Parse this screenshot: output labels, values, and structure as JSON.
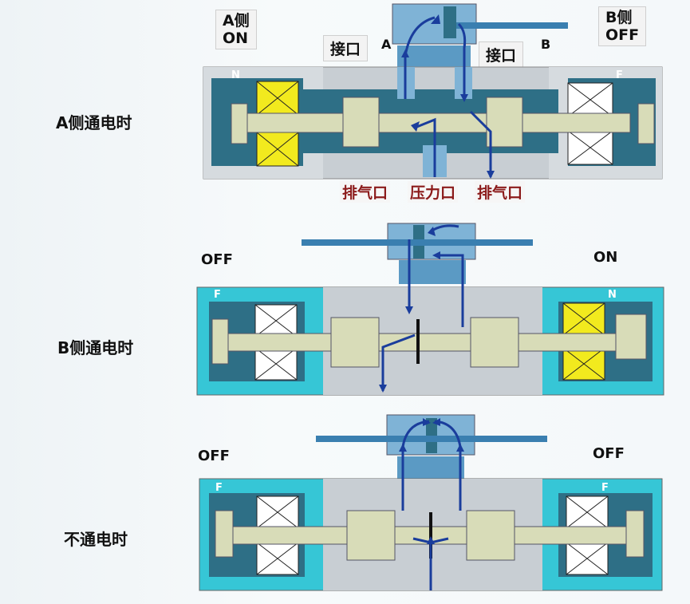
{
  "rows": [
    {
      "label": "A侧通电时",
      "left_state": "ON",
      "right_state": "OFF",
      "left_pole": "N",
      "right_pole": "F"
    },
    {
      "label": "B侧通电时",
      "left_state": "OFF",
      "right_state": "ON",
      "left_pole": "F",
      "right_pole": "N"
    },
    {
      "label": "不通电时",
      "left_state": "OFF",
      "right_state": "OFF",
      "left_pole": "F",
      "right_pole": "F"
    }
  ],
  "callouts": {
    "side_a": "A侧",
    "side_b": "B侧",
    "port_left": "接口",
    "port_right": "接口",
    "letter_a": "A",
    "letter_b": "B",
    "exhaust_left": "排气口",
    "pressure": "压力口",
    "exhaust_right": "排气口"
  },
  "colors": {
    "body_grey": "#c8ced3",
    "cyan_body": "#36c6d6",
    "coil_yellow": "#f2ea1e",
    "steel_blue": "#2e6f86",
    "arrow_blue": "#1a3d9c"
  }
}
